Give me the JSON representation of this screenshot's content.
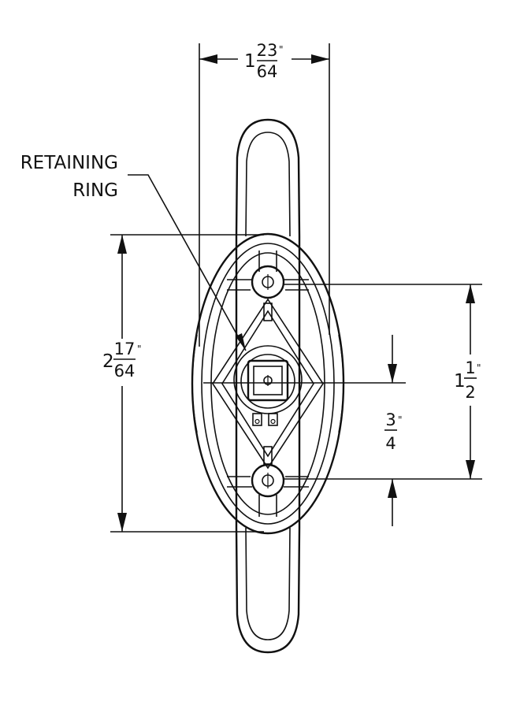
{
  "labels": {
    "retaining_line1": "RETAINING",
    "retaining_line2": "RING"
  },
  "dimensions": {
    "top_width": {
      "whole": "1",
      "num": "23",
      "den": "64",
      "unit": "\""
    },
    "left_height": {
      "whole": "2",
      "num": "17",
      "den": "64",
      "unit": "\""
    },
    "right_height": {
      "whole": "1",
      "num": "1",
      "den": "2",
      "unit": "\""
    },
    "center_offset": {
      "num": "3",
      "den": "4",
      "unit": "\""
    }
  },
  "colors": {
    "line": "#111111",
    "background": "#ffffff"
  }
}
